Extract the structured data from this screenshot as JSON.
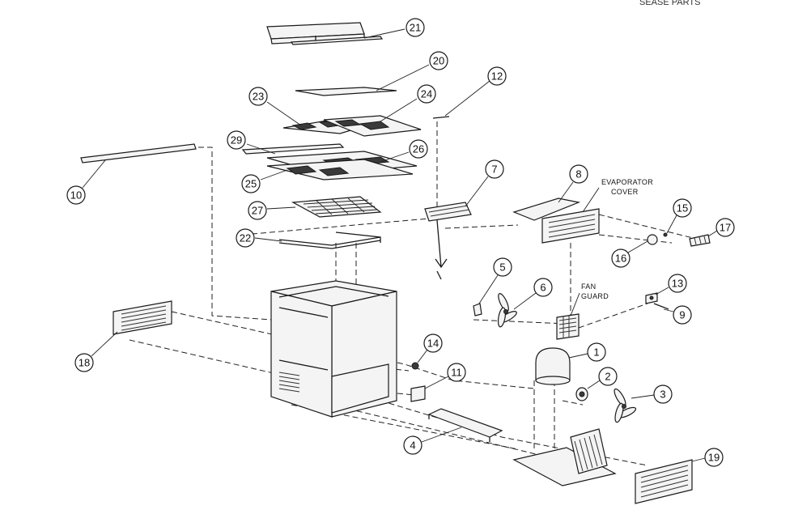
{
  "header_fragment": "SEASE PARTS",
  "notes": {
    "evaporator_line1": "EVAPORATOR",
    "evaporator_line2": "COVER",
    "fan_line1": "FAN",
    "fan_line2": "GUARD"
  },
  "callouts": [
    {
      "id": "c1",
      "label": "1"
    },
    {
      "id": "c2",
      "label": "2"
    },
    {
      "id": "c3",
      "label": "3"
    },
    {
      "id": "c4",
      "label": "4"
    },
    {
      "id": "c5",
      "label": "5"
    },
    {
      "id": "c6",
      "label": "6"
    },
    {
      "id": "c7",
      "label": "7"
    },
    {
      "id": "c8",
      "label": "8"
    },
    {
      "id": "c9",
      "label": "9"
    },
    {
      "id": "c10",
      "label": "10"
    },
    {
      "id": "c11",
      "label": "11"
    },
    {
      "id": "c12",
      "label": "12"
    },
    {
      "id": "c13",
      "label": "13"
    },
    {
      "id": "c14",
      "label": "14"
    },
    {
      "id": "c15",
      "label": "15"
    },
    {
      "id": "c16",
      "label": "16"
    },
    {
      "id": "c17",
      "label": "17"
    },
    {
      "id": "c18",
      "label": "18"
    },
    {
      "id": "c19",
      "label": "19"
    },
    {
      "id": "c20",
      "label": "20"
    },
    {
      "id": "c21",
      "label": "21"
    },
    {
      "id": "c22",
      "label": "22"
    },
    {
      "id": "c23",
      "label": "23"
    },
    {
      "id": "c24",
      "label": "24"
    },
    {
      "id": "c25",
      "label": "25"
    },
    {
      "id": "c26",
      "label": "26"
    },
    {
      "id": "c27",
      "label": "27"
    },
    {
      "id": "c29",
      "label": "29"
    }
  ]
}
